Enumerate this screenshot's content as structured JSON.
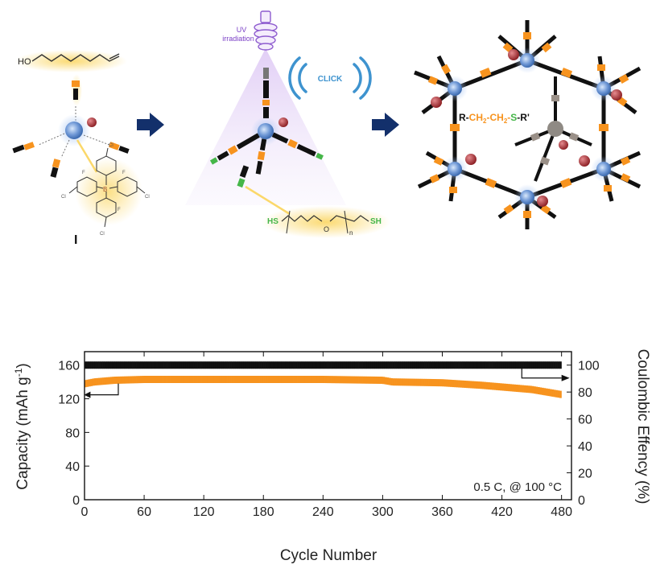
{
  "colors": {
    "orange": "#f7931e",
    "black": "#111111",
    "navy": "#13306b",
    "blue_node": "#6f98d6",
    "red_ball": "#b5393f",
    "glow_yellow": "#fbd86a",
    "uv_purple": "#a57bd6",
    "click_blue": "#3e93cf",
    "thiol_green": "#45b649"
  },
  "scheme": {
    "panel1": {
      "alkene_label": "HO",
      "monomer_label": "I",
      "fluoro_label": "F",
      "chloro_label": "Cl"
    },
    "panel2": {
      "uv_label_line1": "UV",
      "uv_label_line2": "irradiation",
      "click_label": "CLICK",
      "peg_left": "HS",
      "peg_right": "SH",
      "peg_o": "O",
      "peg_n": "n"
    },
    "panel3": {
      "bond_r": "R-",
      "bond_ch2a": "CH",
      "bond_sub2a": "2",
      "bond_dash1": "-",
      "bond_ch2b": "CH",
      "bond_sub2b": "2",
      "bond_dash2": "-",
      "bond_s": "S",
      "bond_rprime": "-R'"
    }
  },
  "chart_data": {
    "type": "scatter",
    "xlabel": "Cycle Number",
    "ylabel_left": "Capacity (mAh g",
    "ylabel_left_sup": "-1",
    "ylabel_left_close": ")",
    "ylabel_right": "Coulombic Effency (%)",
    "annotation": "0.5 C, @ 100 °C",
    "xlim": [
      0,
      490
    ],
    "ylim_left": [
      0,
      176
    ],
    "ylim_right": [
      0,
      110
    ],
    "x_ticks": [
      0,
      60,
      120,
      180,
      240,
      300,
      360,
      420,
      480
    ],
    "y_left_ticks": [
      0,
      40,
      80,
      120,
      160
    ],
    "y_right_ticks": [
      0,
      20,
      40,
      60,
      80,
      100
    ],
    "series": [
      {
        "axis": "right",
        "color": "#111111",
        "points": [
          [
            1,
            100
          ],
          [
            60,
            100
          ],
          [
            120,
            100
          ],
          [
            180,
            100
          ],
          [
            240,
            100
          ],
          [
            300,
            100
          ],
          [
            360,
            100
          ],
          [
            420,
            100
          ],
          [
            480,
            100
          ]
        ]
      },
      {
        "axis": "left",
        "color": "#f7931e",
        "points": [
          [
            1,
            138
          ],
          [
            10,
            140
          ],
          [
            30,
            142
          ],
          [
            60,
            143
          ],
          [
            120,
            143
          ],
          [
            180,
            143
          ],
          [
            240,
            143
          ],
          [
            300,
            142
          ],
          [
            310,
            140
          ],
          [
            360,
            139
          ],
          [
            400,
            136
          ],
          [
            420,
            134
          ],
          [
            450,
            131
          ],
          [
            480,
            125
          ]
        ]
      }
    ]
  }
}
